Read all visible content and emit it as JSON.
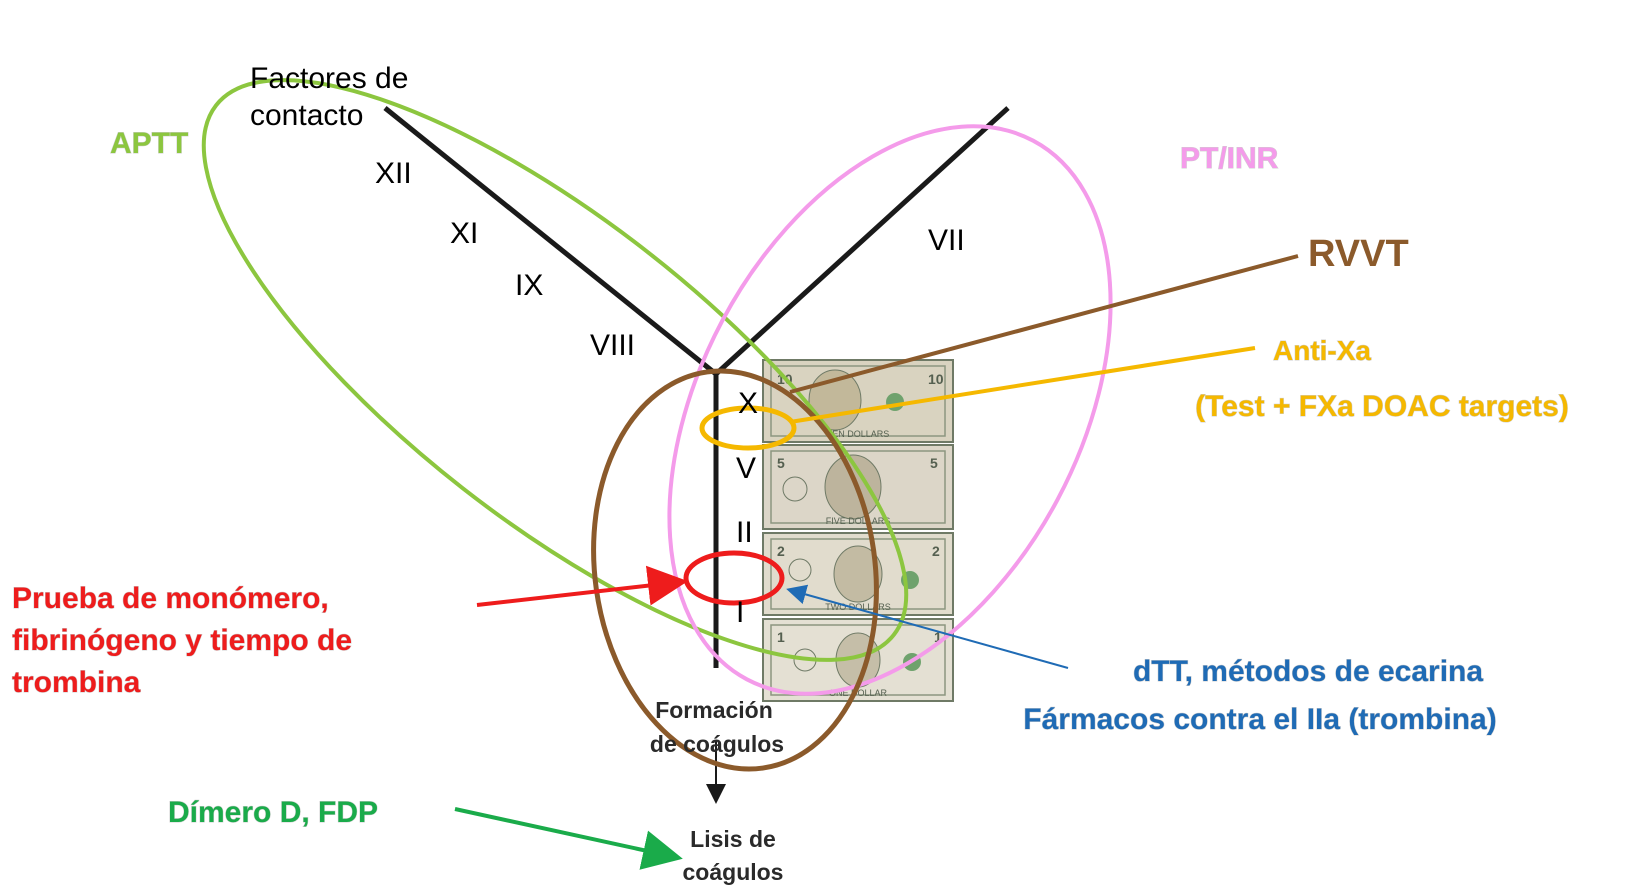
{
  "labels": {
    "contact_factors_line1": "Factores de",
    "contact_factors_line2": "contacto",
    "aptt": "APTT",
    "ptinr": "PT/INR",
    "rvvt": "RVVT",
    "antixa_line1": "Anti-Xa",
    "antixa_line2": "(Test + FXa DOAC targets)",
    "monomer_line1": "Prueba de monómero,",
    "monomer_line2": "fibrinógeno y tiempo de",
    "monomer_line3": "trombina",
    "dtt_line1": "dTT, métodos de ecarina",
    "dtt_line2": "Fármacos contra el IIa (trombina)",
    "ddimer": "Dímero D, FDP",
    "clot_formation_line1": "Formación",
    "clot_formation_line2": "de coágulos",
    "clot_lysis_line1": "Lisis de",
    "clot_lysis_line2": "coágulos"
  },
  "factors": {
    "xii": "XII",
    "xi": "XI",
    "ix": "IX",
    "viii": "VIII",
    "vii": "VII",
    "x": "X",
    "v": "V",
    "ii": "II",
    "i": "I"
  },
  "banknotes": [
    {
      "denomination": "10",
      "word": "TEN DOLLARS"
    },
    {
      "denomination": "5",
      "word": "FIVE DOLLARS"
    },
    {
      "denomination": "2",
      "word": "TWO DOLLARS"
    },
    {
      "denomination": "1",
      "word": "ONE DOLLAR"
    }
  ],
  "colors": {
    "aptt": "#8cc63f",
    "ptinr": "#f49bea",
    "rvvt": "#8b5a2b",
    "antixa": "#f5b800",
    "monomer": "#ee1c1c",
    "dtt": "#1f6bb5",
    "ddimer": "#1aab4a",
    "pathway": "#1a1a1a"
  }
}
